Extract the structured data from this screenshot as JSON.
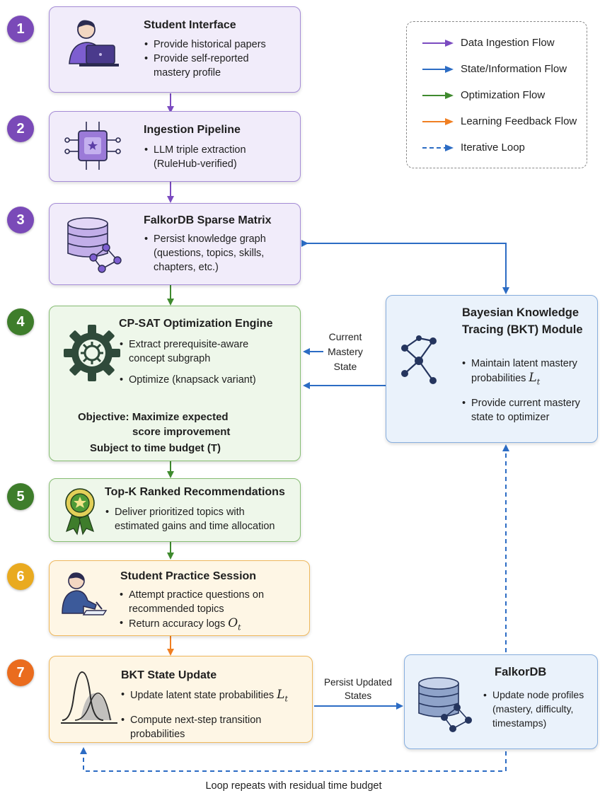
{
  "steps": [
    {
      "number": "1",
      "title": "Student Interface",
      "bullets": [
        "Provide historical papers",
        "Provide self-reported",
        "mastery profile"
      ]
    },
    {
      "number": "2",
      "title": "Ingestion Pipeline",
      "bullets": [
        "LLM triple extraction",
        "(RuleHub-verified)"
      ]
    },
    {
      "number": "3",
      "title": "FalkorDB Sparse Matrix",
      "bullets": [
        "Persist knowledge graph",
        "(questions, topics, skills,",
        "chapters, etc.)"
      ]
    },
    {
      "number": "4",
      "title": "CP-SAT Optimization Engine",
      "bullets": [
        "Extract prerequisite-aware",
        "concept subgraph",
        "Optimize (knapsack variant)"
      ],
      "objective_label": "Objective:",
      "objective_line1": "Maximize expected",
      "objective_line2": "score improvement",
      "constraint": "Subject to time budget (T)"
    },
    {
      "number": "5",
      "title": "Top-K Ranked Recommendations",
      "bullets": [
        "Deliver prioritized topics with",
        "estimated gains and time allocation"
      ]
    },
    {
      "number": "6",
      "title": "Student Practice Session",
      "bullets": [
        "Attempt practice questions on",
        "recommended topics",
        "Return accuracy logs"
      ],
      "var_base": "O",
      "var_sub": "t"
    },
    {
      "number": "7",
      "title": "BKT State Update",
      "bullets": [
        "Update latent state probabilities",
        "Compute next-step transition",
        "probabilities"
      ],
      "var_base": "L",
      "var_sub": "t"
    }
  ],
  "bkt_module": {
    "title_line1": "Bayesian Knowledge",
    "title_line2": "Tracing (BKT) Module",
    "bullets": [
      "Maintain latent mastery",
      "probabilities",
      "Provide current mastery",
      "state to optimizer"
    ],
    "var_base": "L",
    "var_sub": "t"
  },
  "falkordb": {
    "title": "FalkorDB",
    "bullets": [
      "Update node profiles",
      "(mastery, difficulty,",
      "timestamps)"
    ]
  },
  "edge_labels": {
    "current_mastery_line1": "Current",
    "current_mastery_line2": "Mastery",
    "current_mastery_line3": "State",
    "persist_line1": "Persist Updated",
    "persist_line2": "States",
    "loop": "Loop repeats with residual time budget"
  },
  "legend": [
    {
      "label": "Data Ingestion Flow",
      "color": "#7b4bc0",
      "style": "solid"
    },
    {
      "label": "State/Information Flow",
      "color": "#2c6cc4",
      "style": "solid"
    },
    {
      "label": "Optimization Flow",
      "color": "#3f8a2e",
      "style": "solid"
    },
    {
      "label": "Learning Feedback Flow",
      "color": "#f07f22",
      "style": "solid"
    },
    {
      "label": "Iterative Loop",
      "color": "#2c6cc4",
      "style": "dashed"
    }
  ],
  "colors": {
    "step1": "#7a4ab8",
    "step2": "#7a4ab8",
    "step3": "#7a4ab8",
    "step4": "#3e7d2b",
    "step5": "#3e7d2b",
    "step6": "#e9aa20",
    "step7": "#ea6c1e",
    "purple_flow": "#7b4bc0",
    "blue_flow": "#2c6cc4",
    "green_flow": "#3f8a2e",
    "orange_flow": "#f07f22"
  }
}
